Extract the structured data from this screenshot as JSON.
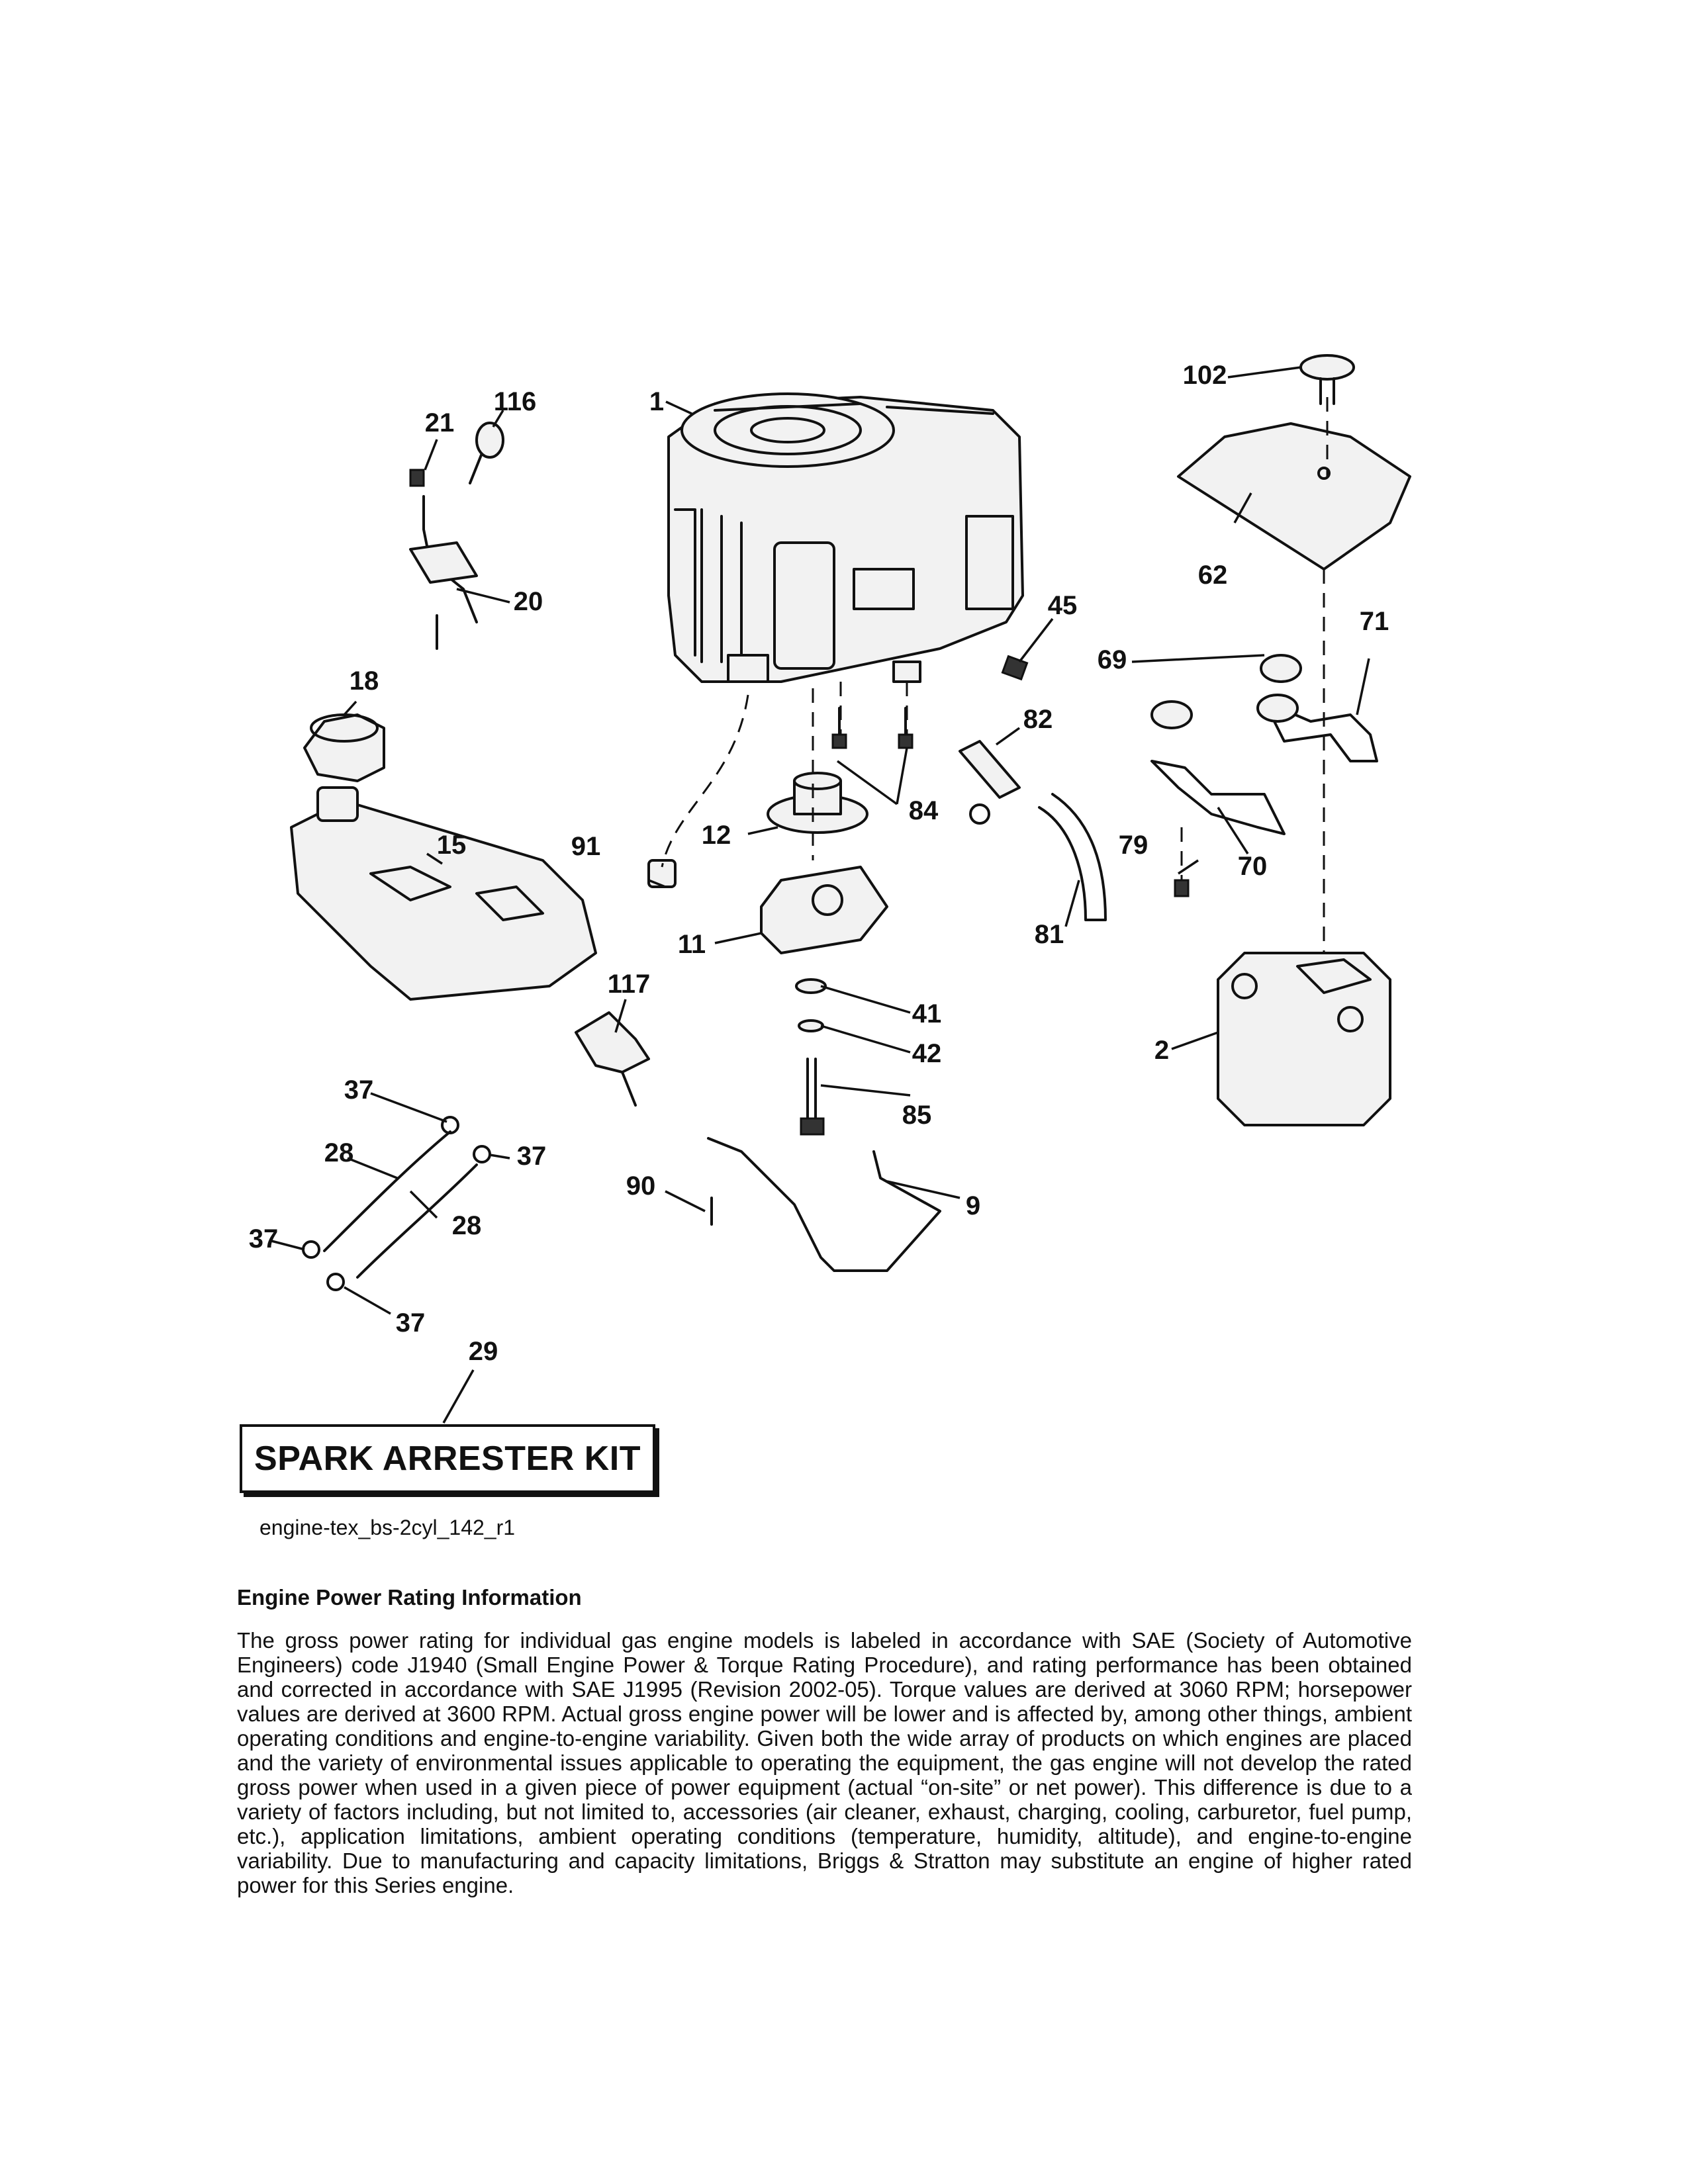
{
  "callouts": {
    "c1": "1",
    "c2": "2",
    "c9": "9",
    "c11": "11",
    "c12": "12",
    "c15": "15",
    "c18": "18",
    "c20": "20",
    "c21": "21",
    "c28a": "28",
    "c28b": "28",
    "c29": "29",
    "c37a": "37",
    "c37b": "37",
    "c37c": "37",
    "c37d": "37",
    "c41": "41",
    "c42": "42",
    "c45": "45",
    "c62": "62",
    "c69": "69",
    "c70": "70",
    "c71": "71",
    "c79": "79",
    "c81": "81",
    "c82": "82",
    "c84": "84",
    "c85": "85",
    "c90": "90",
    "c91": "91",
    "c102": "102",
    "c116": "116",
    "c117": "117"
  },
  "kit_title": "SPARK ARRESTER KIT",
  "diagram_caption": "engine-tex_bs-2cyl_142_r1",
  "info": {
    "heading": "Engine Power Rating Information",
    "body": "The gross power rating for individual gas engine models is labeled in accordance with SAE (Society of Automotive Engineers) code J1940 (Small Engine Power & Torque Rating Procedure), and rating performance has been obtained and corrected in accordance with SAE J1995 (Revision 2002-05). Torque values are derived at 3060 RPM; horsepower values are derived at 3600 RPM. Actual gross engine power will be lower and is affected by, among other things, ambient operating conditions and engine-to-engine variability. Given both the wide array of products on which engines are placed and the variety of environmental issues applicable to operating the equipment, the gas engine will not develop the rated gross power when used in a given piece of power equipment (actual “on-site” or net power). This difference is due to a variety of factors including, but not limited to, accessories (air cleaner, exhaust, charging, cooling, carburetor, fuel pump, etc.), application limitations, ambient operating conditions (temperature, humidity, altitude), and engine-to-engine variability. Due to manufacturing and capacity limitations, Briggs & Stratton may substitute an engine of higher rated power for this Series engine."
  }
}
